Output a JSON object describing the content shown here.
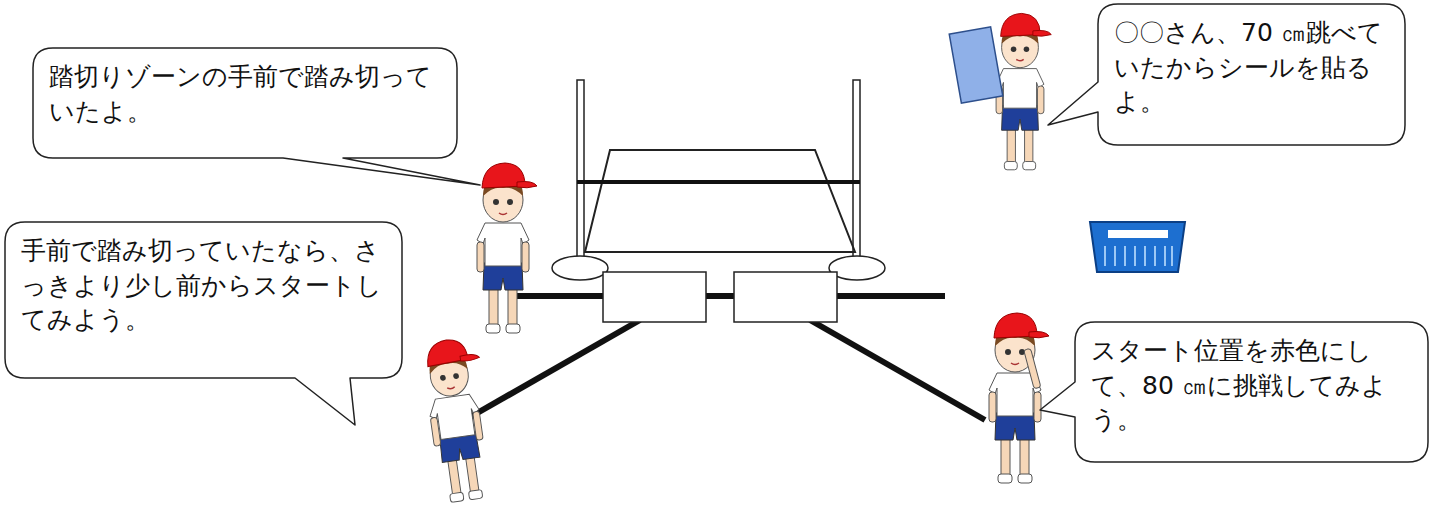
{
  "diagram": {
    "nodes": [
      {
        "text": [
          "踏切りゾーンの手前で踏み切っていたよ。"
        ]
      },
      {
        "text": [
          "〇〇さん、70 ㎝跳べていたからシールを貼るよ。"
        ]
      },
      {
        "text": [
          "手前で踏み切っていたなら、さっきより少し前からスタートしてみよう。"
        ]
      },
      {
        "text": [
          "スタート位置を赤色にして、80 ㎝に挑戦してみよう。"
        ]
      }
    ],
    "edges": []
  }
}
